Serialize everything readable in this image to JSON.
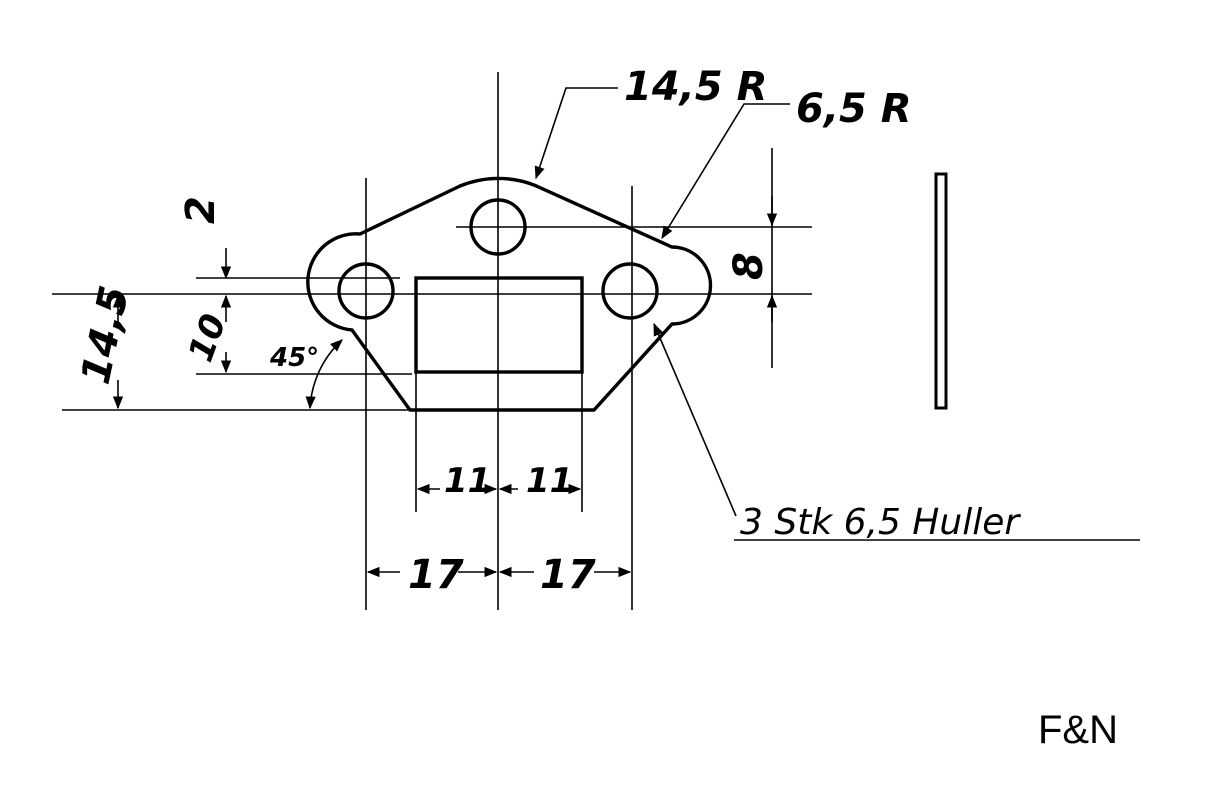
{
  "labels": {
    "outer_radius": "14,5 R",
    "hole_radius": "6,5 R",
    "top_offset": "2",
    "right_offset": "8",
    "left_height": "14,5",
    "left_offset": "10",
    "angle": "45°",
    "slot_half_left": "11",
    "slot_half_right": "11",
    "hole_half_left": "17",
    "hole_half_right": "17",
    "holes_note": "3 Stk 6,5 Huller"
  },
  "brand": "F&N"
}
